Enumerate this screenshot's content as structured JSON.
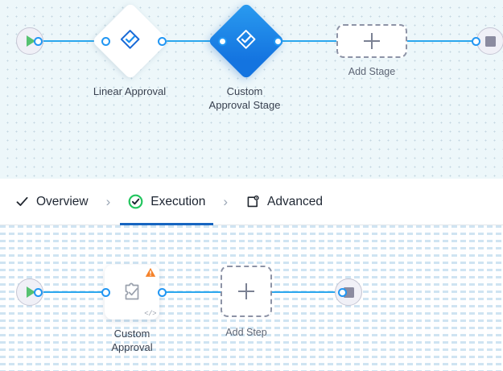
{
  "stage_canvas": {
    "name": "stage-graph",
    "start_node": {
      "icon": "play-icon",
      "title": "Start"
    },
    "end_node": {
      "icon": "stop-icon",
      "title": "End"
    },
    "nodes": [
      {
        "id": "linear-approval",
        "label": "Linear Approval",
        "icon": "approval-diamond-check-icon",
        "selected": false
      },
      {
        "id": "custom-approval-stage",
        "label": "Custom\nApproval Stage",
        "icon": "approval-diamond-check-icon",
        "selected": true
      }
    ],
    "add_button": {
      "label": "Add Stage",
      "icon": "plus-icon"
    }
  },
  "tabs": {
    "items": [
      {
        "id": "overview",
        "label": "Overview",
        "icon": "check-icon",
        "active": false
      },
      {
        "id": "execution",
        "label": "Execution",
        "icon": "check-circle-green-icon",
        "active": true
      },
      {
        "id": "advanced",
        "label": "Advanced",
        "icon": "advanced-settings-icon",
        "active": false
      }
    ],
    "separator": "›"
  },
  "step_canvas": {
    "name": "step-graph",
    "start_node": {
      "icon": "play-icon",
      "title": "Start"
    },
    "end_node": {
      "icon": "stop-icon",
      "title": "End"
    },
    "nodes": [
      {
        "id": "custom-approval",
        "label": "Custom\nApproval",
        "icon": "custom-script-check-icon",
        "warning": true,
        "warning_icon": "warning-triangle-icon",
        "code_badge": "</>"
      }
    ],
    "add_button": {
      "label": "Add Step",
      "icon": "plus-icon"
    }
  },
  "colors": {
    "accent_blue": "#2196f3",
    "selected_stage": "#1878e0",
    "edge": "#2ba7ee",
    "active_tab_underline": "#1765c0",
    "success_green": "#22c55e",
    "warning_orange": "#f5822a",
    "start_green": "#56c271",
    "end_gray": "#8b8ba0",
    "canvas_top_bg": "#edf7fa"
  }
}
